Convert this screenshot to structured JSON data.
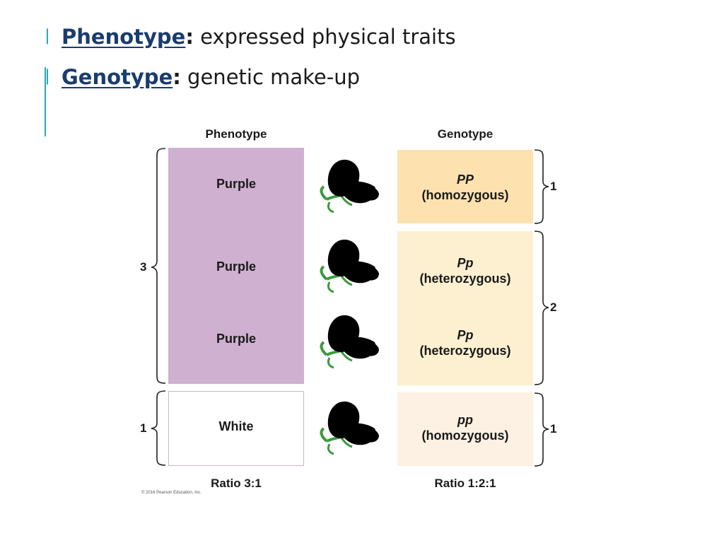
{
  "slide": {
    "bullets": [
      {
        "term": "Phenotype",
        "colon": ":",
        "text": " expressed physical traits"
      },
      {
        "term": "Genotype",
        "colon": ":",
        "text": " genetic make-up"
      }
    ]
  },
  "figure": {
    "phenotype_header": "Phenotype",
    "genotype_header": "Genotype",
    "rows": [
      {
        "phenotype": "Purple",
        "genotype_symbol": "PP",
        "genotype_desc": "(homozygous)",
        "flower": "purple-flower-icon"
      },
      {
        "phenotype": "Purple",
        "genotype_symbol": "Pp",
        "genotype_desc": "(heterozygous)",
        "flower": "purple-flower-icon"
      },
      {
        "phenotype": "Purple",
        "genotype_symbol": "Pp",
        "genotype_desc": "(heterozygous)",
        "flower": "purple-flower-icon"
      },
      {
        "phenotype": "White",
        "genotype_symbol": "pp",
        "genotype_desc": "(homozygous)",
        "flower": "white-flower-icon"
      }
    ],
    "phenotype_brace_counts": [
      "3",
      "1"
    ],
    "genotype_brace_counts": [
      "1",
      "2",
      "1"
    ],
    "phenotype_ratio": "Ratio 3:1",
    "genotype_ratio": "Ratio 1:2:1",
    "copyright": "© 2016 Pearson Education, Inc."
  },
  "colors": {
    "accent": "#2ba6b9",
    "purple_box": "#cfb0d0",
    "white_box": "#ffffff",
    "geno_homo_dominant": "#fde2b0",
    "geno_hetero": "#fdf0d0",
    "geno_homo_recessive": "#fcf1e2",
    "flower_purple": "#8b5aa8",
    "flower_white": "#e4ecf2",
    "stem": "#3d9a3d"
  }
}
